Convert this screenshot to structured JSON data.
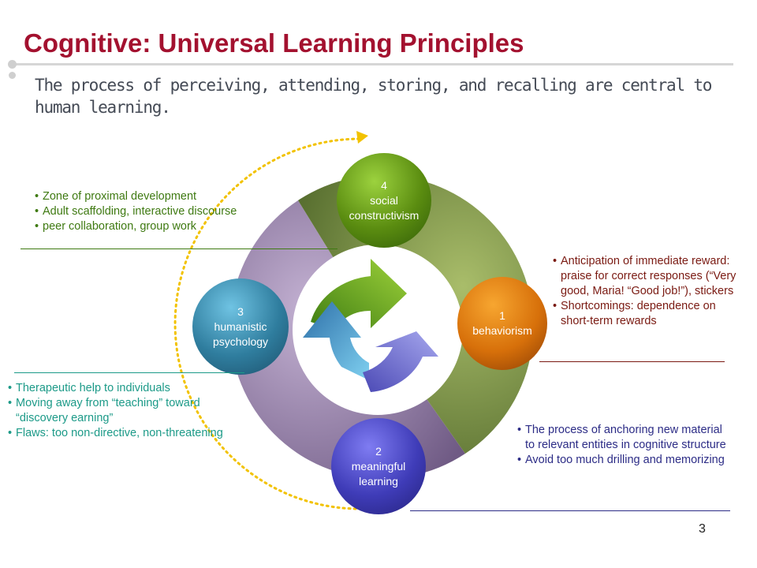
{
  "title": "Cognitive: Universal Learning Principles",
  "subtitle": "The process of perceiving, attending, storing, and recalling are central to human learning.",
  "nodes": [
    {
      "id": "social",
      "number": "4",
      "line1": "social",
      "line2": "constructivism",
      "color": "#5a8c10"
    },
    {
      "id": "humanistic",
      "number": "3",
      "line1": "humanistic",
      "line2": "psychology",
      "color": "#2f7d9e"
    },
    {
      "id": "behaviorism",
      "number": "1",
      "line1": "behaviorism",
      "line2": "",
      "color": "#d7700a"
    },
    {
      "id": "meaningful",
      "number": "2",
      "line1": "meaningful",
      "line2": "learning",
      "color": "#3f3cb8"
    }
  ],
  "notes": {
    "social": {
      "color": "#3f7a12",
      "items": [
        "Zone of proximal development",
        "Adult scaffolding, interactive discourse",
        "peer collaboration, group work"
      ]
    },
    "behaviorism": {
      "color": "#7a1a12",
      "items": [
        "Anticipation of immediate reward: praise for correct responses (“Very good, Maria! “Good job!”), stickers",
        "Shortcomings: dependence on short-term rewards"
      ]
    },
    "humanistic": {
      "color": "#1c9a88",
      "items": [
        "Therapeutic help to individuals",
        "Moving away from “teaching” toward “discovery earning”",
        "Flaws: too non-directive, non-threatening"
      ]
    },
    "meaningful": {
      "color": "#2c2c86",
      "items": [
        "The process of anchoring new material to relevant entities in cognitive structure",
        "Avoid too much drilling and memorizing"
      ]
    }
  },
  "page_number": "3"
}
